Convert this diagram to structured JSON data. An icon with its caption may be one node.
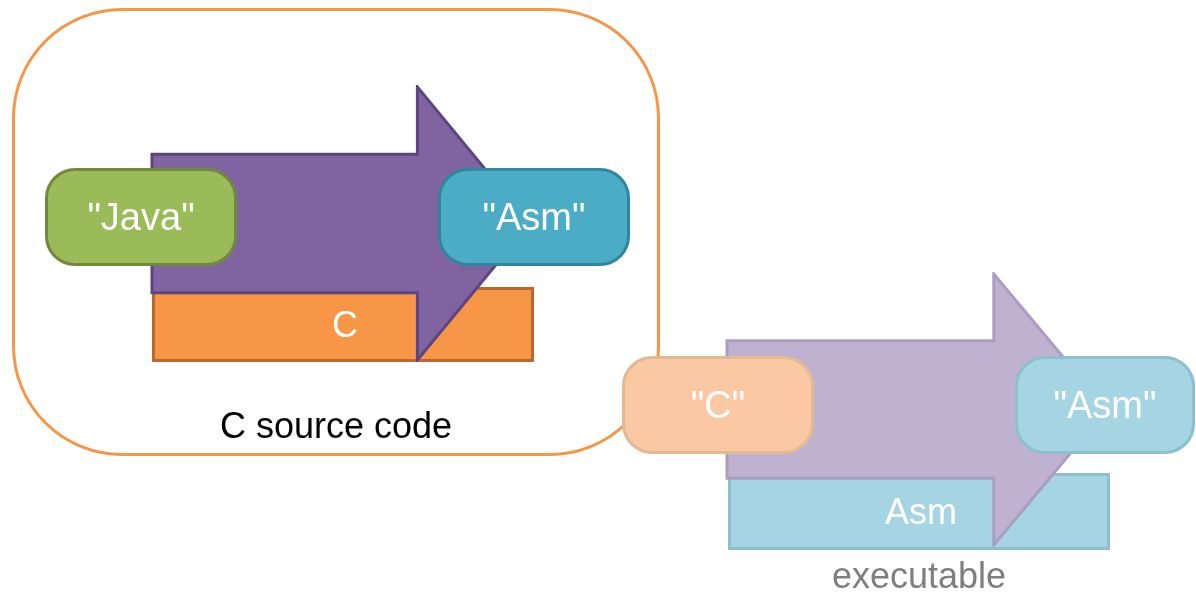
{
  "diagram": {
    "nodes": [
      {
        "text": [
          "C source code"
        ]
      },
      {
        "text": [
          "\"Java\""
        ],
        "in": 0
      },
      {
        "text": [],
        "shape": "arrow",
        "in": 0
      },
      {
        "text": [
          "\"Asm\""
        ],
        "in": 0
      },
      {
        "text": [
          "C"
        ],
        "in": 0
      },
      {
        "text": [
          "\"C\""
        ]
      },
      {
        "text": [],
        "shape": "arrow"
      },
      {
        "text": [
          "\"Asm\""
        ]
      },
      {
        "text": [
          "Asm"
        ],
        "beside": [
          "executable"
        ]
      }
    ]
  }
}
